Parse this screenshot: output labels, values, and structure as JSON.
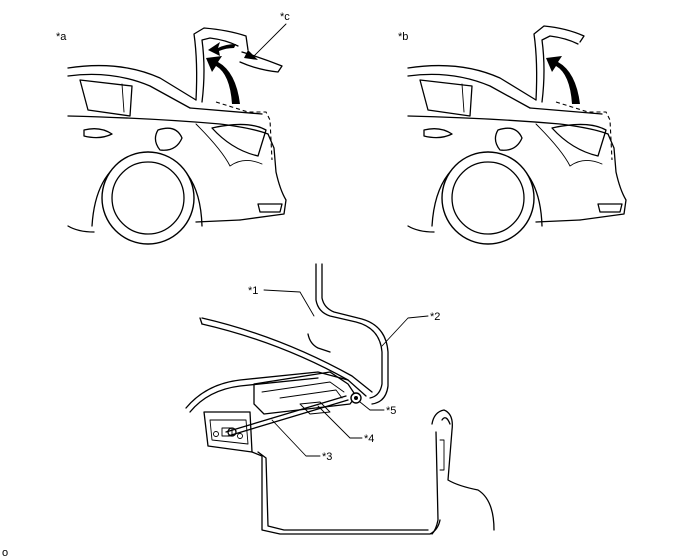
{
  "labels": {
    "a": "*a",
    "b": "*b",
    "c": "*c",
    "n1": "*1",
    "n2": "*2",
    "n3": "*3",
    "n4": "*4",
    "n5": "*5",
    "corner": "o"
  }
}
